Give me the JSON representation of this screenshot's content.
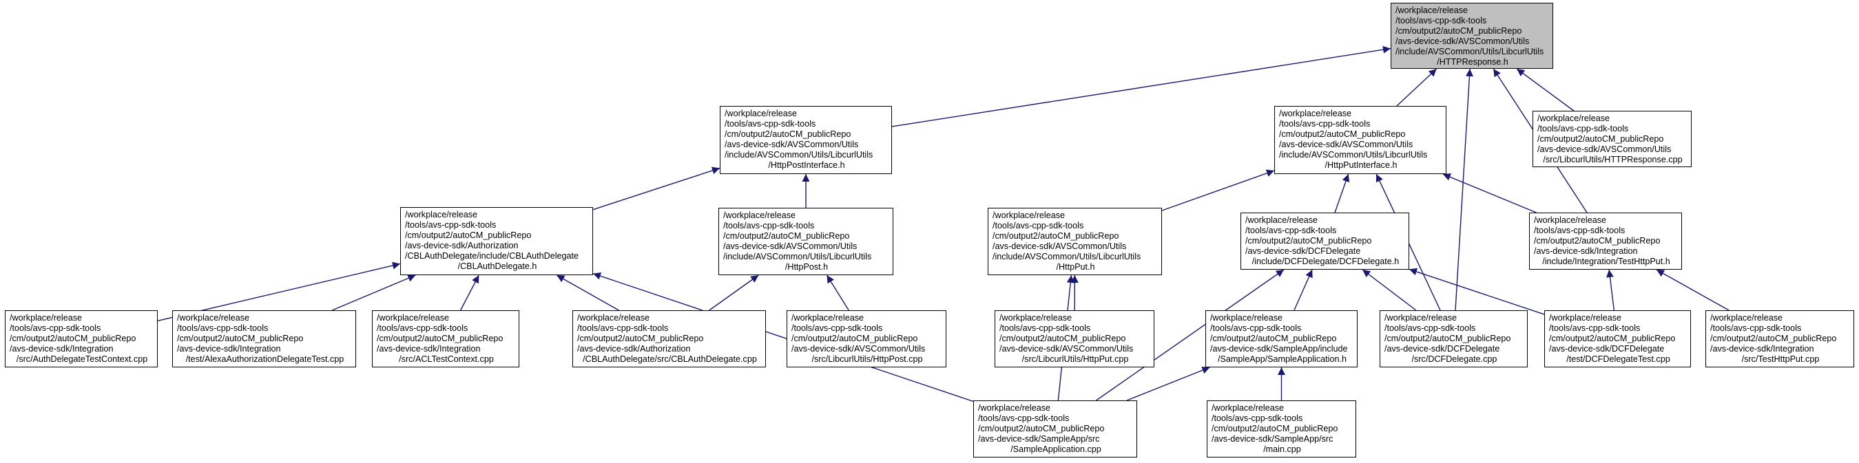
{
  "colors": {
    "edge": "#191970",
    "node_border": "#000000",
    "root_fill": "#bfbfbf",
    "node_fill": "#ffffff"
  },
  "nodes": {
    "http_response_h": {
      "lines": [
        "/workplace/release",
        "/tools/avs-cpp-sdk-tools",
        "/cm/output2/autoCM_publicRepo",
        "/avs-device-sdk/AVSCommon/Utils",
        "/include/AVSCommon/Utils/LibcurlUtils",
        "/HTTPResponse.h"
      ]
    },
    "http_post_interface_h": {
      "lines": [
        "/workplace/release",
        "/tools/avs-cpp-sdk-tools",
        "/cm/output2/autoCM_publicRepo",
        "/avs-device-sdk/AVSCommon/Utils",
        "/include/AVSCommon/Utils/LibcurlUtils",
        "/HttpPostInterface.h"
      ]
    },
    "http_put_interface_h": {
      "lines": [
        "/workplace/release",
        "/tools/avs-cpp-sdk-tools",
        "/cm/output2/autoCM_publicRepo",
        "/avs-device-sdk/AVSCommon/Utils",
        "/include/AVSCommon/Utils/LibcurlUtils",
        "/HttpPutInterface.h"
      ]
    },
    "http_response_cpp": {
      "lines": [
        "/workplace/release",
        "/tools/avs-cpp-sdk-tools",
        "/cm/output2/autoCM_publicRepo",
        "/avs-device-sdk/AVSCommon/Utils",
        "/src/LibcurlUtils/HTTPResponse.cpp"
      ]
    },
    "cbl_auth_delegate_h": {
      "lines": [
        "/workplace/release",
        "/tools/avs-cpp-sdk-tools",
        "/cm/output2/autoCM_publicRepo",
        "/avs-device-sdk/Authorization",
        "/CBLAuthDelegate/include/CBLAuthDelegate",
        "/CBLAuthDelegate.h"
      ]
    },
    "http_post_h": {
      "lines": [
        "/workplace/release",
        "/tools/avs-cpp-sdk-tools",
        "/cm/output2/autoCM_publicRepo",
        "/avs-device-sdk/AVSCommon/Utils",
        "/include/AVSCommon/Utils/LibcurlUtils",
        "/HttpPost.h"
      ]
    },
    "http_put_h": {
      "lines": [
        "/workplace/release",
        "/tools/avs-cpp-sdk-tools",
        "/cm/output2/autoCM_publicRepo",
        "/avs-device-sdk/AVSCommon/Utils",
        "/include/AVSCommon/Utils/LibcurlUtils",
        "/HttpPut.h"
      ]
    },
    "dcf_delegate_h": {
      "lines": [
        "/workplace/release",
        "/tools/avs-cpp-sdk-tools",
        "/cm/output2/autoCM_publicRepo",
        "/avs-device-sdk/DCFDelegate",
        "/include/DCFDelegate/DCFDelegate.h"
      ]
    },
    "test_http_put_h": {
      "lines": [
        "/workplace/release",
        "/tools/avs-cpp-sdk-tools",
        "/cm/output2/autoCM_publicRepo",
        "/avs-device-sdk/Integration",
        "/include/Integration/TestHttpPut.h"
      ]
    },
    "auth_delegate_test_context_cpp": {
      "lines": [
        "/workplace/release",
        "/tools/avs-cpp-sdk-tools",
        "/cm/output2/autoCM_publicRepo",
        "/avs-device-sdk/Integration",
        "/src/AuthDelegateTestContext.cpp"
      ]
    },
    "alexa_authorization_delegate_test_cpp": {
      "lines": [
        "/workplace/release",
        "/tools/avs-cpp-sdk-tools",
        "/cm/output2/autoCM_publicRepo",
        "/avs-device-sdk/Integration",
        "/test/AlexaAuthorizationDelegateTest.cpp"
      ]
    },
    "acl_test_context_cpp": {
      "lines": [
        "/workplace/release",
        "/tools/avs-cpp-sdk-tools",
        "/cm/output2/autoCM_publicRepo",
        "/avs-device-sdk/Integration",
        "/src/ACLTestContext.cpp"
      ]
    },
    "cbl_auth_delegate_cpp": {
      "lines": [
        "/workplace/release",
        "/tools/avs-cpp-sdk-tools",
        "/cm/output2/autoCM_publicRepo",
        "/avs-device-sdk/Authorization",
        "/CBLAuthDelegate/src/CBLAuthDelegate.cpp"
      ]
    },
    "http_post_cpp": {
      "lines": [
        "/workplace/release",
        "/tools/avs-cpp-sdk-tools",
        "/cm/output2/autoCM_publicRepo",
        "/avs-device-sdk/AVSCommon/Utils",
        "/src/LibcurlUtils/HttpPost.cpp"
      ]
    },
    "http_put_cpp": {
      "lines": [
        "/workplace/release",
        "/tools/avs-cpp-sdk-tools",
        "/cm/output2/autoCM_publicRepo",
        "/avs-device-sdk/AVSCommon/Utils",
        "/src/LibcurlUtils/HttpPut.cpp"
      ]
    },
    "sample_application_h": {
      "lines": [
        "/workplace/release",
        "/tools/avs-cpp-sdk-tools",
        "/cm/output2/autoCM_publicRepo",
        "/avs-device-sdk/SampleApp/include",
        "/SampleApp/SampleApplication.h"
      ]
    },
    "dcf_delegate_cpp": {
      "lines": [
        "/workplace/release",
        "/tools/avs-cpp-sdk-tools",
        "/cm/output2/autoCM_publicRepo",
        "/avs-device-sdk/DCFDelegate",
        "/src/DCFDelegate.cpp"
      ]
    },
    "dcf_delegate_test_cpp": {
      "lines": [
        "/workplace/release",
        "/tools/avs-cpp-sdk-tools",
        "/cm/output2/autoCM_publicRepo",
        "/avs-device-sdk/DCFDelegate",
        "/test/DCFDelegateTest.cpp"
      ]
    },
    "test_http_put_cpp": {
      "lines": [
        "/workplace/release",
        "/tools/avs-cpp-sdk-tools",
        "/cm/output2/autoCM_publicRepo",
        "/avs-device-sdk/Integration",
        "/src/TestHttpPut.cpp"
      ]
    },
    "sample_application_cpp": {
      "lines": [
        "/workplace/release",
        "/tools/avs-cpp-sdk-tools",
        "/cm/output2/autoCM_publicRepo",
        "/avs-device-sdk/SampleApp/src",
        "/SampleApplication.cpp"
      ]
    },
    "main_cpp": {
      "lines": [
        "/workplace/release",
        "/tools/avs-cpp-sdk-tools",
        "/cm/output2/autoCM_publicRepo",
        "/avs-device-sdk/SampleApp/src",
        "/main.cpp"
      ]
    }
  },
  "edges": [
    {
      "from": "http_post_interface_h",
      "to": "http_response_h"
    },
    {
      "from": "http_put_interface_h",
      "to": "http_response_h"
    },
    {
      "from": "http_response_cpp",
      "to": "http_response_h"
    },
    {
      "from": "dcf_delegate_cpp",
      "to": "http_response_h"
    },
    {
      "from": "test_http_put_h",
      "to": "http_response_h"
    },
    {
      "from": "cbl_auth_delegate_h",
      "to": "http_post_interface_h"
    },
    {
      "from": "http_post_h",
      "to": "http_post_interface_h"
    },
    {
      "from": "http_put_h",
      "to": "http_put_interface_h"
    },
    {
      "from": "dcf_delegate_h",
      "to": "http_put_interface_h"
    },
    {
      "from": "test_http_put_h",
      "to": "http_put_interface_h"
    },
    {
      "from": "dcf_delegate_cpp",
      "to": "http_put_interface_h"
    },
    {
      "from": "auth_delegate_test_context_cpp",
      "to": "cbl_auth_delegate_h"
    },
    {
      "from": "alexa_authorization_delegate_test_cpp",
      "to": "cbl_auth_delegate_h"
    },
    {
      "from": "acl_test_context_cpp",
      "to": "cbl_auth_delegate_h"
    },
    {
      "from": "cbl_auth_delegate_cpp",
      "to": "cbl_auth_delegate_h"
    },
    {
      "from": "sample_application_cpp",
      "to": "cbl_auth_delegate_h"
    },
    {
      "from": "cbl_auth_delegate_cpp",
      "to": "http_post_h"
    },
    {
      "from": "http_post_cpp",
      "to": "http_post_h"
    },
    {
      "from": "http_put_cpp",
      "to": "http_put_h"
    },
    {
      "from": "sample_application_cpp",
      "to": "http_put_h"
    },
    {
      "from": "sample_application_cpp",
      "to": "dcf_delegate_h"
    },
    {
      "from": "sample_application_h",
      "to": "dcf_delegate_h"
    },
    {
      "from": "dcf_delegate_cpp",
      "to": "dcf_delegate_h"
    },
    {
      "from": "dcf_delegate_test_cpp",
      "to": "dcf_delegate_h"
    },
    {
      "from": "dcf_delegate_test_cpp",
      "to": "test_http_put_h"
    },
    {
      "from": "test_http_put_cpp",
      "to": "test_http_put_h"
    },
    {
      "from": "sample_application_cpp",
      "to": "sample_application_h"
    },
    {
      "from": "main_cpp",
      "to": "sample_application_h"
    }
  ]
}
